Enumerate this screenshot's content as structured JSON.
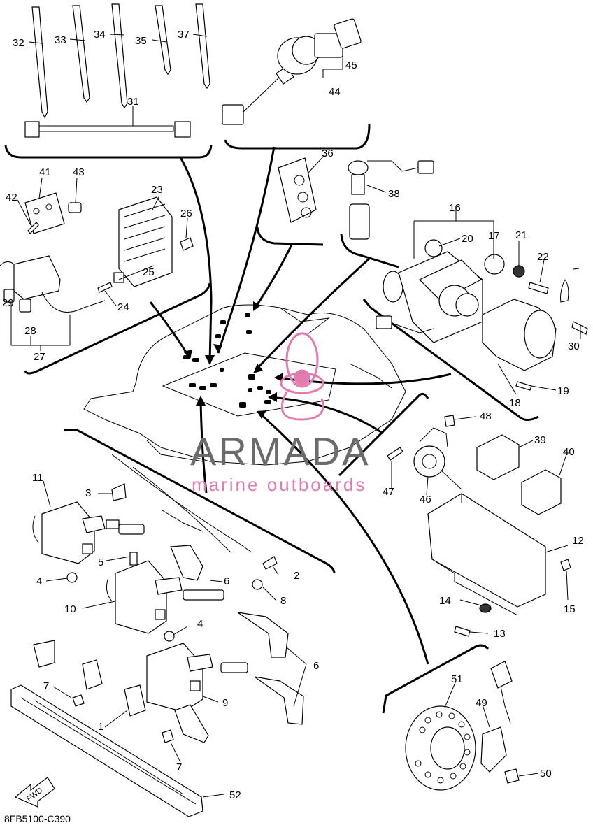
{
  "diagram": {
    "code": "8FB5100-C390",
    "fwd_label": "FWD",
    "watermark": {
      "brand": "ARMADA",
      "tagline": "marine outboards",
      "brand_color": "#6b6b6b",
      "logo_color": "#e27bb0"
    },
    "callouts": {
      "c1": "1",
      "c2": "2",
      "c3": "3",
      "c4a": "4",
      "c4b": "4",
      "c5": "5",
      "c6a": "6",
      "c6b": "6",
      "c7a": "7",
      "c7b": "7",
      "c8": "8",
      "c9": "9",
      "c10": "10",
      "c11": "11",
      "c12": "12",
      "c13": "13",
      "c14": "14",
      "c15": "15",
      "c16": "16",
      "c17": "17",
      "c18": "18",
      "c19": "19",
      "c20": "20",
      "c21": "21",
      "c22": "22",
      "c23": "23",
      "c24": "24",
      "c25": "25",
      "c26": "26",
      "c27": "27",
      "c28": "28",
      "c29": "29",
      "c30": "30",
      "c31": "31",
      "c32": "32",
      "c33": "33",
      "c34": "34",
      "c35": "35",
      "c36": "36",
      "c37": "37",
      "c38": "38",
      "c39": "39",
      "c40": "40",
      "c41": "41",
      "c42": "42",
      "c43": "43",
      "c44": "44",
      "c45": "45",
      "c46": "46",
      "c47": "47",
      "c48": "48",
      "c49": "49",
      "c50": "50",
      "c51": "51",
      "c52": "52"
    }
  }
}
